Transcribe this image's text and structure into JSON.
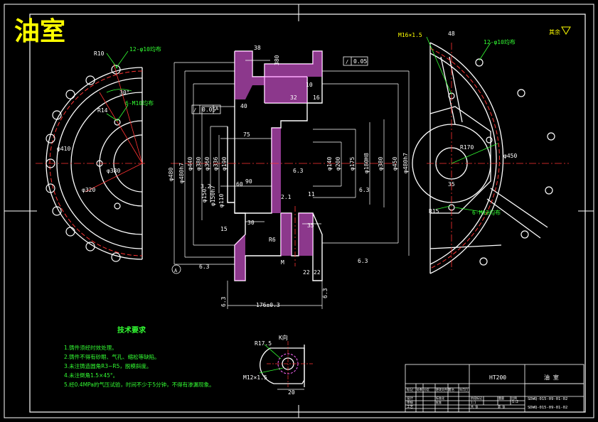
{
  "title": "油室",
  "colors": {
    "background": "#000000",
    "outline": "#ffffff",
    "dimension": "#33ff33",
    "centerline": "#ff3333",
    "title": "#ffff00",
    "hatch": "#ff66ff",
    "leader": "#ff3333"
  },
  "left_view": {
    "labels": [
      "R10",
      "12-φ10均布",
      "30°",
      "R14",
      "6-M10均布",
      "φ410",
      "φ380",
      "φ320"
    ]
  },
  "section_view": {
    "top_dims": [
      "38",
      "380",
      "10",
      "40",
      "32",
      "16"
    ],
    "tolerances": [
      "0.05",
      "0.05"
    ],
    "left_dims": [
      "φ480",
      "φ480h7",
      "φ440",
      "φ380",
      "φ360",
      "φ336",
      "φ190",
      "φ150",
      "φ150h7",
      "φ110"
    ],
    "right_dims": [
      "φ140",
      "φ200",
      "φ175",
      "φ180H8",
      "φ380",
      "φ450",
      "φ480h7"
    ],
    "inner_dims": [
      "75",
      "90",
      "6.3",
      "6.3",
      "3.2",
      "15",
      "2.1",
      "11",
      "35",
      "R6",
      "M",
      "30",
      "60",
      "22",
      "22"
    ],
    "datum": "A",
    "bottom_dims": [
      "176±0.3",
      "6.3",
      "6.3",
      "6.3",
      "6.3"
    ]
  },
  "right_view": {
    "labels": [
      "M16×1.5",
      "48",
      "12-φ10均布",
      "R170",
      "φ450",
      "35",
      "R15",
      "6-M12均布"
    ],
    "roughness": "其余"
  },
  "detail_view": {
    "labels": [
      "R17.5",
      "K向",
      "M12×1.5",
      "20"
    ]
  },
  "tech_requirements": {
    "heading": "技术要求",
    "items": [
      "1.铸件须经时效处理。",
      "2.铸件不得有砂眼、气孔、缩松等缺陷。",
      "3.未注铸造圆角R3~R5，脱模斜度。",
      "4.未注倒角1.5×45°。",
      "5.经0.4MPa的气压试验，时间不少于5分钟，不得有渗漏现象。"
    ]
  },
  "title_block": {
    "material": "HT200",
    "part_name": "油 室",
    "drawing_no_1": "SDWQ-015-09-01-02",
    "drawing_no_2": "SDWQ-015-09-01-02",
    "scale": "1:2",
    "row_labels": [
      "标记",
      "设计",
      "审核",
      "工艺"
    ],
    "col_labels": [
      "处数",
      "分区",
      "更改文件号",
      "签名",
      "年月日"
    ],
    "misc": [
      "标准化",
      "批准",
      "阶段标记",
      "重量",
      "比例",
      "共 张",
      "第 张",
      "1:1"
    ]
  }
}
